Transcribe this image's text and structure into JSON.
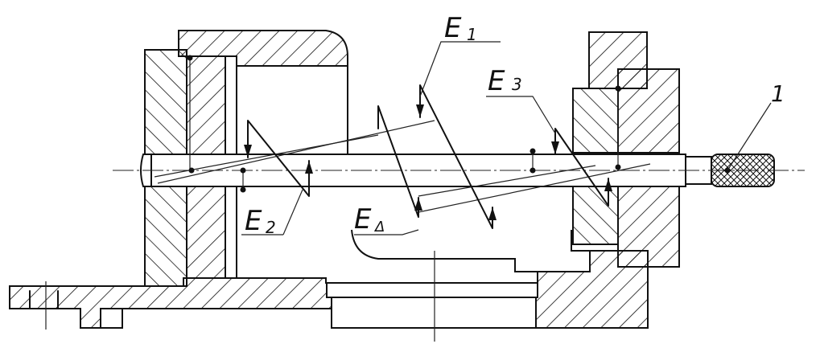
{
  "diagram": {
    "labels": {
      "e1": "E",
      "e1_sub": "1",
      "e2": "E",
      "e2_sub": "2",
      "e3": "E",
      "e3_sub": "3",
      "edelta": "E",
      "edelta_sub": "Δ",
      "part1": "1"
    }
  }
}
